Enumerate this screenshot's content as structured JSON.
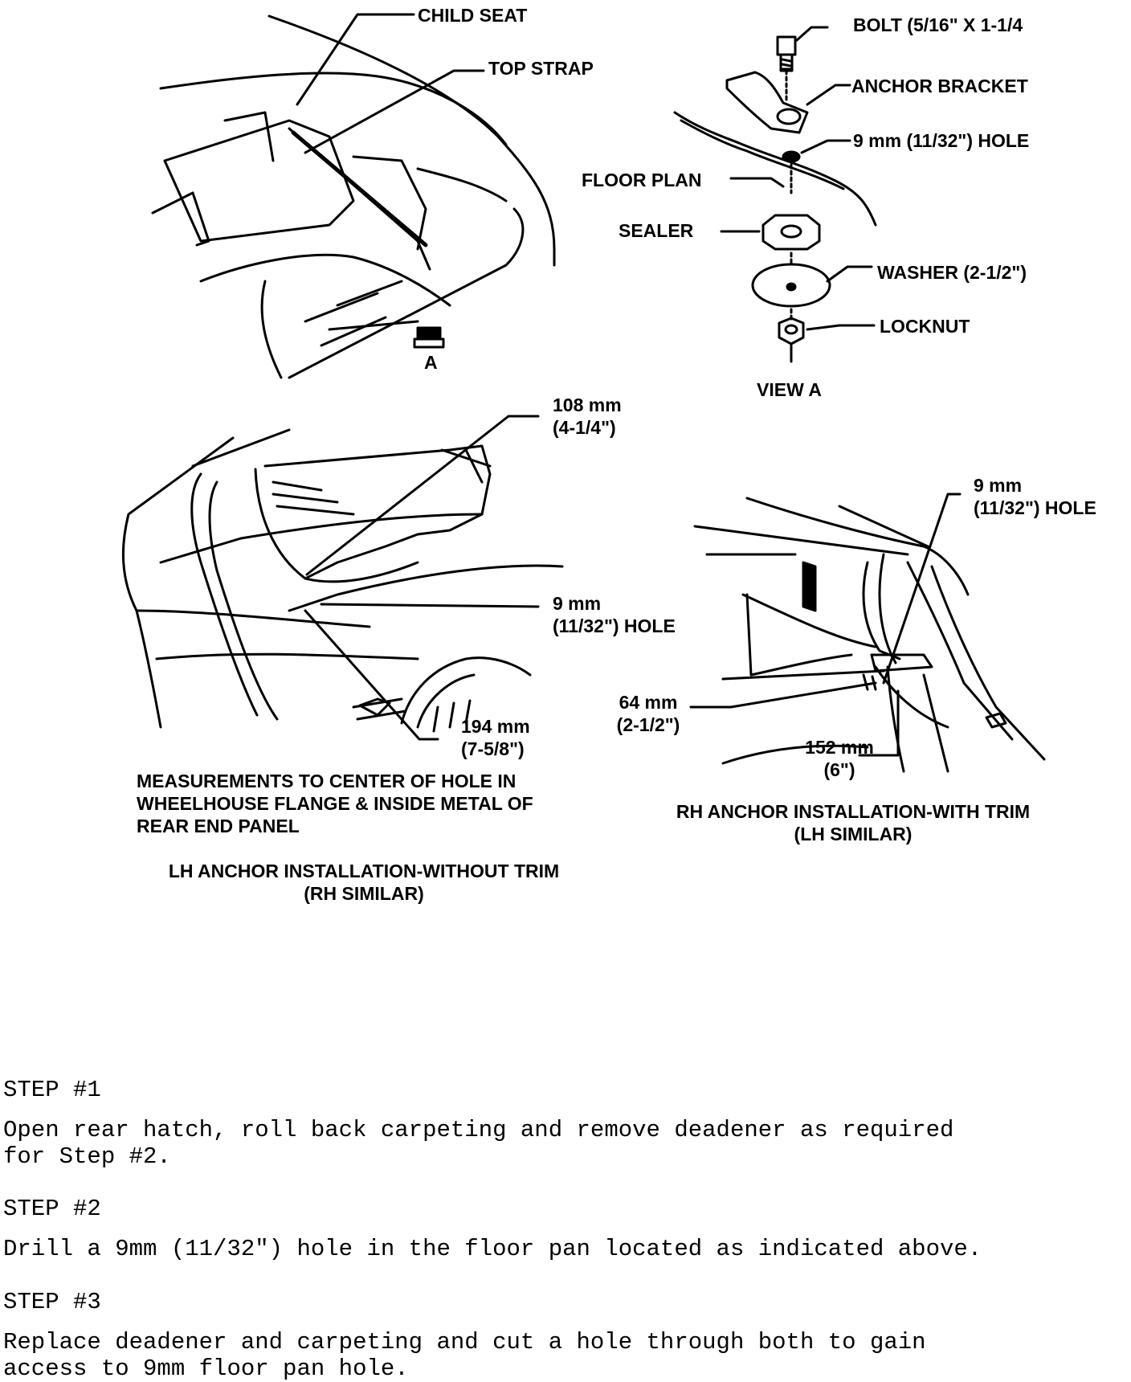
{
  "figure_top_left": {
    "labels": {
      "child_seat": "CHILD SEAT",
      "top_strap": "TOP STRAP",
      "view_marker": "A"
    }
  },
  "figure_view_a": {
    "labels": {
      "bolt": "BOLT (5/16\" X 1-1/4",
      "anchor_bracket": "ANCHOR BRACKET",
      "hole": "9 mm (11/32\") HOLE",
      "floor_plan": "FLOOR PLAN",
      "sealer": "SEALER",
      "washer": "WASHER (2-1/2\")",
      "locknut": "LOCKNUT",
      "view_title": "VIEW A"
    }
  },
  "figure_lh": {
    "labels": {
      "dim_108": "108 mm\n(4-1/4\")",
      "hole": "9 mm\n(11/32\") HOLE",
      "dim_194": "194 mm\n(7-5/8\")"
    },
    "caption_measurements": "MEASUREMENTS TO CENTER OF HOLE IN\nWHEELHOUSE FLANGE & INSIDE METAL OF\nREAR END PANEL",
    "caption_title": "LH ANCHOR INSTALLATION-WITHOUT TRIM\n(RH SIMILAR)"
  },
  "figure_rh": {
    "labels": {
      "hole": "9 mm\n(11/32\") HOLE",
      "dim_64": "64 mm\n(2-1/2\")",
      "dim_152": "152 mm\n(6\")"
    },
    "caption_title": "RH ANCHOR INSTALLATION-WITH TRIM\n(LH SIMILAR)"
  },
  "steps": [
    {
      "heading": "STEP #1",
      "text": "Open rear hatch, roll back carpeting and remove deadener as required\nfor Step #2."
    },
    {
      "heading": "STEP #2",
      "text": "Drill a 9mm (11/32\") hole in the floor pan located as indicated above."
    },
    {
      "heading": "STEP #3",
      "text": "Replace deadener and carpeting and cut a hole through both to gain\naccess to 9mm floor pan hole."
    }
  ]
}
